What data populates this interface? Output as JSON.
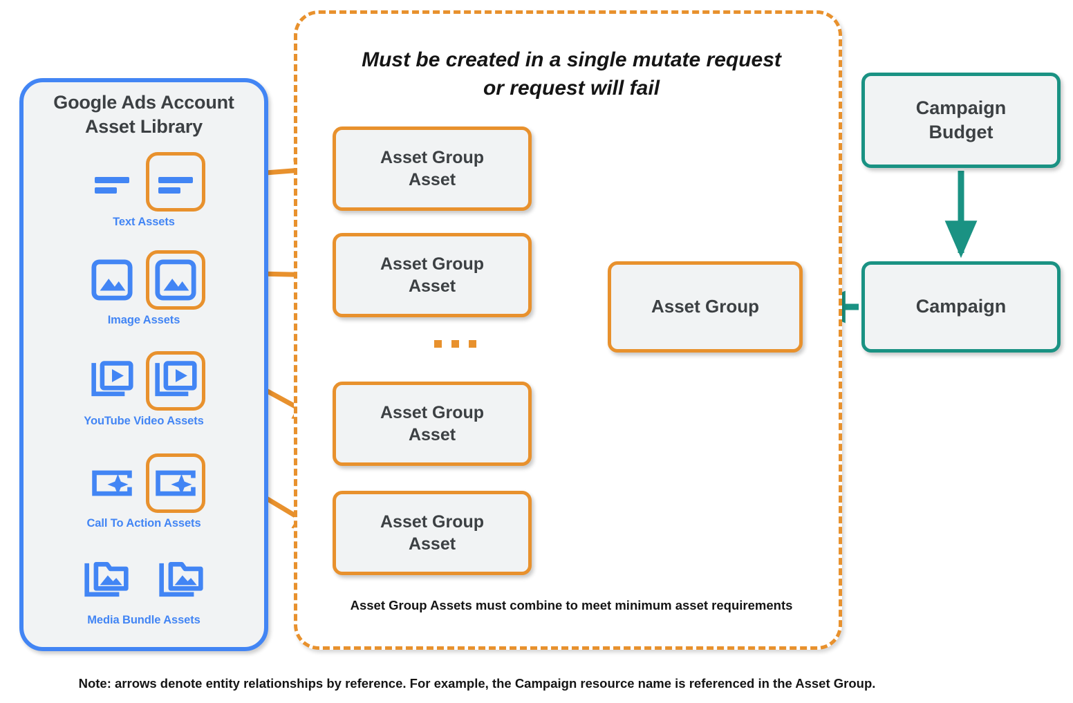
{
  "diagram": {
    "bottom_note": "Note: arrows denote entity relationships by reference. For example, the Campaign resource name is referenced in the Asset Group."
  },
  "asset_library": {
    "title_line1": "Google Ads Account",
    "title_line2": "Asset Library",
    "border_color": "#4285f4",
    "fill_color": "#f1f3f4",
    "items": [
      {
        "caption": "Text Assets",
        "icon": "text-asset-icon",
        "highlighted": true
      },
      {
        "caption": "Image Assets",
        "icon": "image-asset-icon",
        "highlighted": true
      },
      {
        "caption": "YouTube Video  Assets",
        "icon": "youtube-video-asset-icon",
        "highlighted": true
      },
      {
        "caption": "Call To Action Assets",
        "icon": "call-to-action-asset-icon",
        "highlighted": true
      },
      {
        "caption": "Media Bundle  Assets",
        "icon": "media-bundle-asset-icon",
        "highlighted": false
      }
    ]
  },
  "mutate_container": {
    "title_line1": "Must be created in a single mutate request",
    "title_line2": "or request will fail",
    "footnote": "Asset Group Assets must combine to meet minimum asset requirements",
    "border_color": "#e8912d",
    "border_style": "dashed"
  },
  "asset_group_assets": [
    {
      "label_line1": "Asset Group",
      "label_line2": "Asset"
    },
    {
      "label_line1": "Asset Group",
      "label_line2": "Asset"
    },
    {
      "label_line1": "Asset Group",
      "label_line2": "Asset"
    },
    {
      "label_line1": "Asset Group",
      "label_line2": "Asset"
    }
  ],
  "ellipsis": "...",
  "nodes": {
    "asset_group": {
      "label": "Asset Group",
      "border_color": "#e8912d"
    },
    "campaign_budget": {
      "label_line1": "Campaign",
      "label_line2": "Budget",
      "border_color": "#1a9283"
    },
    "campaign": {
      "label": "Campaign",
      "border_color": "#1a9283"
    }
  },
  "colors": {
    "orange": "#e8912d",
    "blue": "#4285f4",
    "teal": "#1a9283",
    "node_fill": "#f1f3f4",
    "text_dark": "#3c4043"
  }
}
